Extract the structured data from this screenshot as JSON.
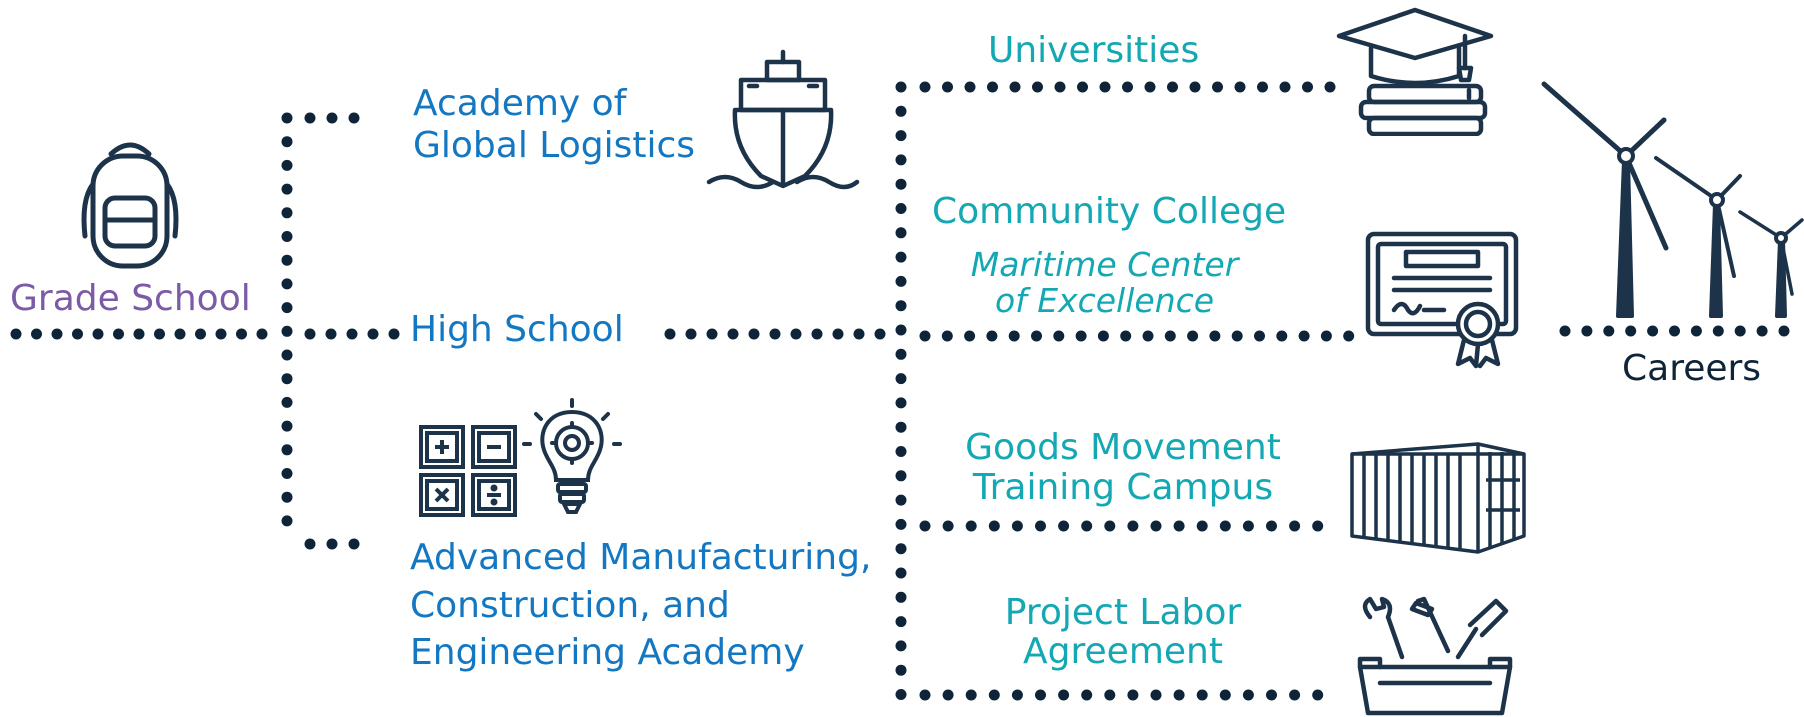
{
  "nodes": {
    "grade_school": "Grade School",
    "high_school": "High School",
    "academy_logistics": [
      "Academy of",
      "Global Logistics"
    ],
    "academy_manufacturing": [
      "Advanced Manufacturing,",
      "Construction, and",
      "Engineering Academy"
    ],
    "universities": "Universities",
    "community_college": "Community College",
    "maritime_center": [
      "Maritime Center",
      "of Excellence"
    ],
    "goods_movement": [
      "Goods Movement",
      "Training Campus"
    ],
    "project_labor": [
      "Project Labor",
      "Agreement"
    ],
    "careers": "Careers"
  },
  "icons": {
    "backpack": "backpack-icon",
    "ship": "ship-icon",
    "calculator": "calculator-icon",
    "lightbulb": "lightbulb-gear-icon",
    "graduation": "graduation-cap-books-icon",
    "certificate": "certificate-icon",
    "container": "shipping-container-icon",
    "toolbox": "toolbox-icon",
    "wind_turbines": "wind-turbines-icon"
  },
  "colors": {
    "dots": "#0f2438",
    "blue_text": "#1477c2",
    "teal_text": "#13a8b3",
    "purple_text": "#7b5aa6",
    "icon_stroke": "#1c3349"
  }
}
